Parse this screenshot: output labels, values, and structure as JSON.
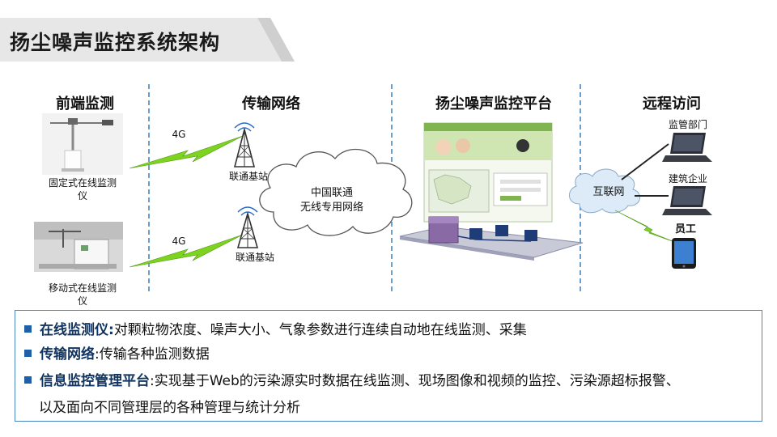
{
  "title": "扬尘噪声监控系统架构",
  "columns": {
    "front": "前端监测",
    "network": "传输网络",
    "platform": "扬尘噪声监控平台",
    "remote": "远程访问"
  },
  "devices": {
    "fixed_line1": "固定式在线监测",
    "fixed_line2": "仪",
    "mobile_line1": "移动式在线监测",
    "mobile_line2": "仪"
  },
  "links": {
    "top": "4G",
    "bottom": "4G"
  },
  "stations": {
    "top": "联通基站",
    "bottom": "联通基站"
  },
  "cloud": {
    "line1": "中国联通",
    "line2": "无线专用网络"
  },
  "internet": "互联网",
  "clients": {
    "c1": "监管部门",
    "c2": "建筑企业",
    "c3": "员工"
  },
  "info": {
    "l1_head": "在线监测仪:",
    "l1_text": "对颗粒物浓度、噪声大小、气象参数进行连续自动地在线监测、采集",
    "l2_head": "传输网络",
    "l2_text": ":传输各种监测数据",
    "l3_head": "信息监控管理平台",
    "l3_text": ":实现基于Web的污染源实时数据在线监测、现场图像和视频的监控、污染源超标报警、",
    "l4_text": "以及面向不同管理层的各种管理与统计分析"
  },
  "colors": {
    "accent": "#1f5fa8",
    "divider": "#6a9fd0",
    "bolt": "#7ed321",
    "title_band": "#e6e6e6"
  }
}
